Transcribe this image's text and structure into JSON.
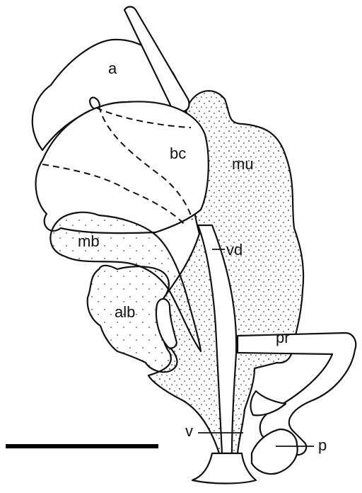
{
  "labels": {
    "a": "a",
    "bc": "bc",
    "mu": "mu",
    "mb": "mb",
    "vd": "vd",
    "alb": "alb",
    "pr": "pr",
    "v": "v",
    "p": "p"
  },
  "colors": {
    "ink": "#111111",
    "background": "#ffffff"
  }
}
